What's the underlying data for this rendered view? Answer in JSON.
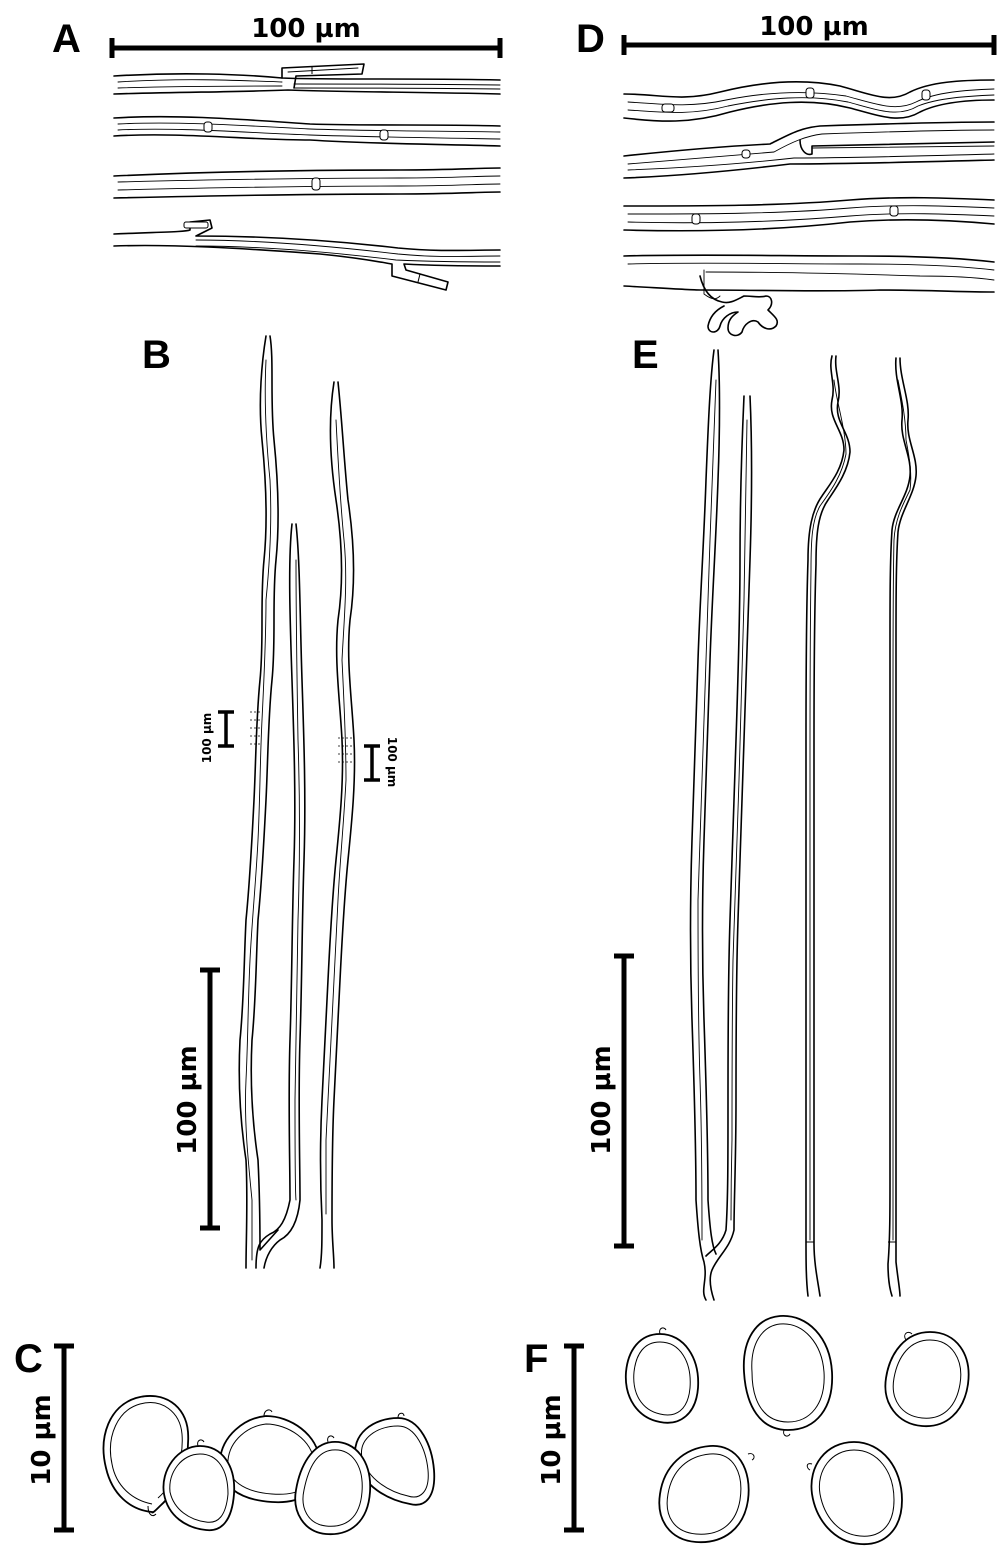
{
  "panels": {
    "A": {
      "letter": "A",
      "scale": "100 µm"
    },
    "B": {
      "letter": "B",
      "scale": "100 µm",
      "inset_scale_1": "100 µm",
      "inset_scale_2": "100 µm"
    },
    "C": {
      "letter": "C",
      "scale": "10 µm"
    },
    "D": {
      "letter": "D",
      "scale": "100 µm"
    },
    "E": {
      "letter": "E",
      "scale": "100 µm"
    },
    "F": {
      "letter": "F",
      "scale": "10 µm"
    }
  }
}
